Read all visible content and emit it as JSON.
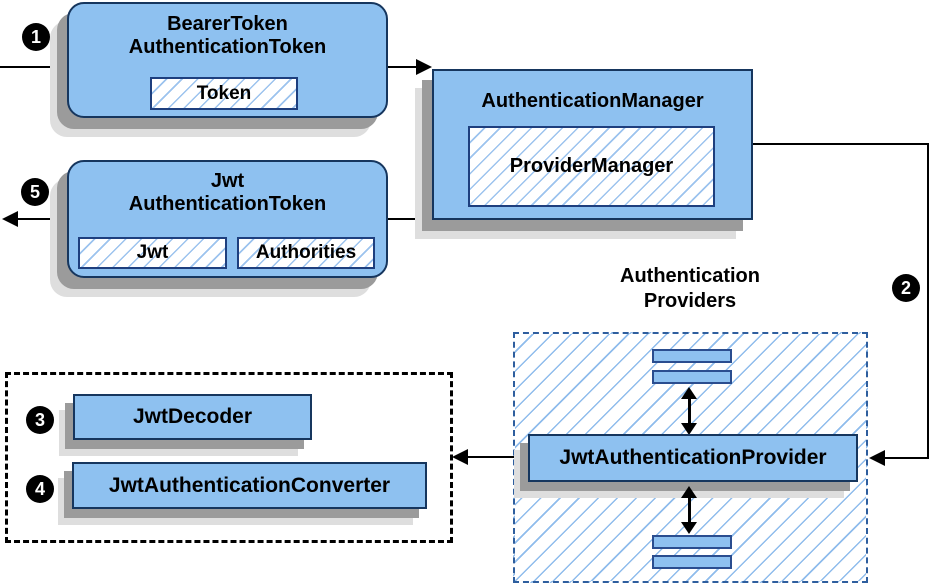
{
  "badges": {
    "step1": "1",
    "step2": "2",
    "step3": "3",
    "step4": "4",
    "step5": "5"
  },
  "boxes": {
    "bearer": {
      "line1": "BearerToken",
      "line2": "AuthenticationToken",
      "chip": "Token"
    },
    "manager": {
      "title": "AuthenticationManager",
      "chip": "ProviderManager"
    },
    "jwt": {
      "line1": "Jwt",
      "line2": "AuthenticationToken",
      "chip1": "Jwt",
      "chip2": "Authorities"
    },
    "providers": {
      "label1": "Authentication",
      "label2": "Providers",
      "provider": "JwtAuthenticationProvider"
    },
    "decoders": {
      "decoder": "JwtDecoder",
      "converter": "JwtAuthenticationConverter"
    }
  },
  "colors": {
    "box_fill": "#8EC1F0",
    "box_border": "#16365E",
    "chip_border": "#1E3F7E",
    "hatch_line": "#8FBCEC",
    "dashed_blue": "#2E5E9E",
    "shadow_dark": "#9B9B9B",
    "shadow_light": "#DEDEDE",
    "line_color": "#000000"
  }
}
